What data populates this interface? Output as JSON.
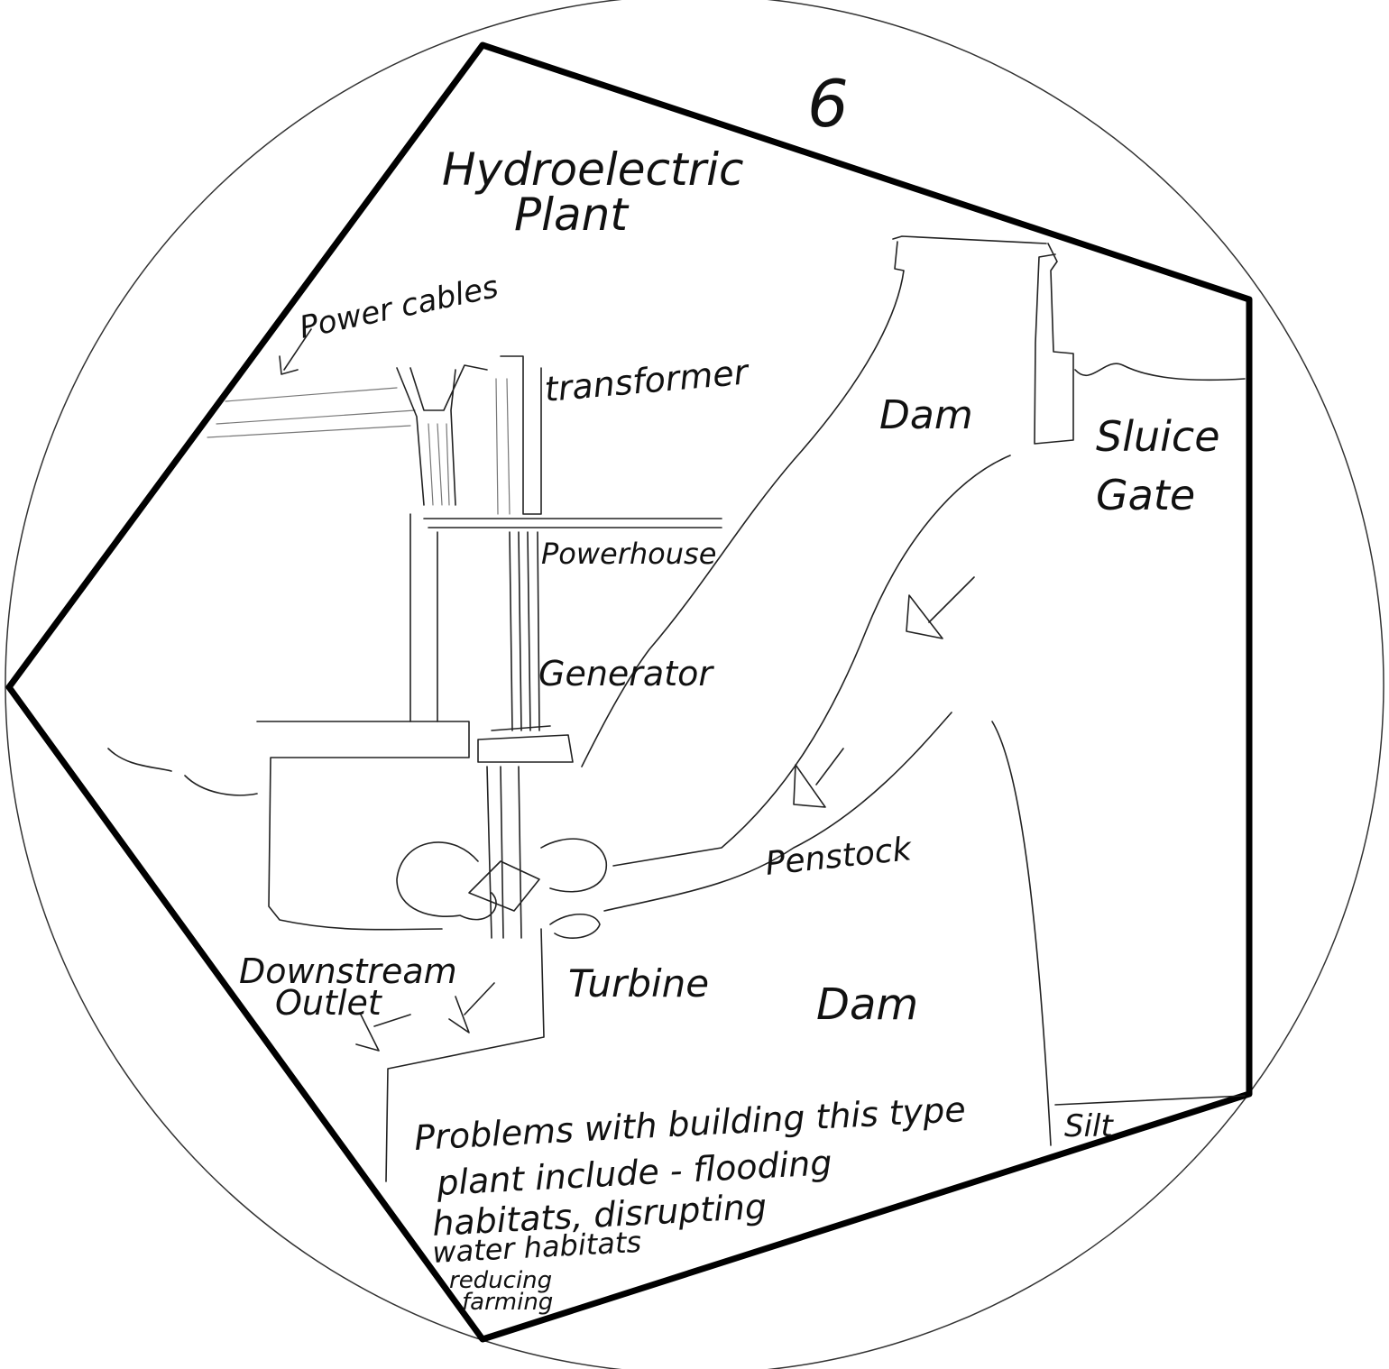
{
  "page_number": "6",
  "title_line1": "Hydroelectric",
  "title_line2": "Plant",
  "labels": {
    "power_cables": "Power cables",
    "transformer": "transformer",
    "dam_upper": "Dam",
    "sluice_line1": "Sluice",
    "sluice_line2": "Gate",
    "powerhouse": "Powerhouse",
    "generator": "Generator",
    "penstock": "Penstock",
    "downstream_line1": "Downstream",
    "downstream_line2": "Outlet",
    "turbine": "Turbine",
    "dam_lower": "Dam",
    "silt": "Silt"
  },
  "note_lines": [
    "Problems with building this type",
    "plant include - flooding",
    "habitats, disrupting",
    "water habitats",
    "reducing",
    "farming"
  ]
}
